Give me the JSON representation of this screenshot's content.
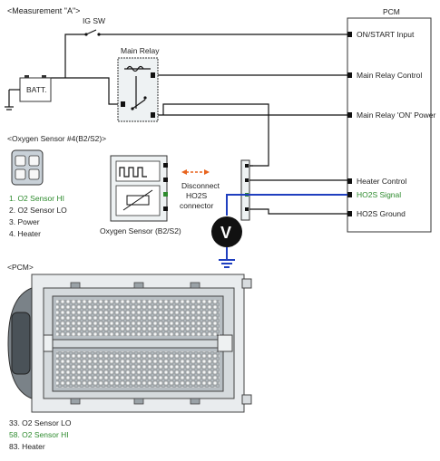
{
  "measurement_label": "<Measurement \"A\">",
  "ig_sw_label": "IG SW",
  "main_relay_label": "Main Relay",
  "battery_label": "BATT.",
  "pcm_title": "PCM",
  "pcm_pins": [
    "ON/START Input",
    "Main Relay Control",
    "Main Relay 'ON' Power",
    "Heater Control",
    "HO2S  Signal",
    "HO2S  Ground"
  ],
  "oxygen_sensor_section_label": "<Oxygen Sensor #4(B2/S2)>",
  "sensor_pins": [
    "1. O2 Sensor HI",
    "2. O2 Sensor LO",
    "3. Power",
    "4. Heater"
  ],
  "oxygen_sensor_label": "Oxygen Sensor (B2/S2)",
  "disconnect_label_lines": [
    "Disconnect",
    "HO2S",
    "connector"
  ],
  "voltmeter_symbol": "V",
  "pcm_section_label": "<PCM>",
  "pcm_connector_pins": [
    "33. O2 Sensor LO",
    "58. O2 Sensor HI",
    "83. Heater"
  ],
  "colors": {
    "highlight_green": "#2e8b2e",
    "signal_wire_blue": "#1f3fbf",
    "arrow_orange": "#e8641e"
  }
}
